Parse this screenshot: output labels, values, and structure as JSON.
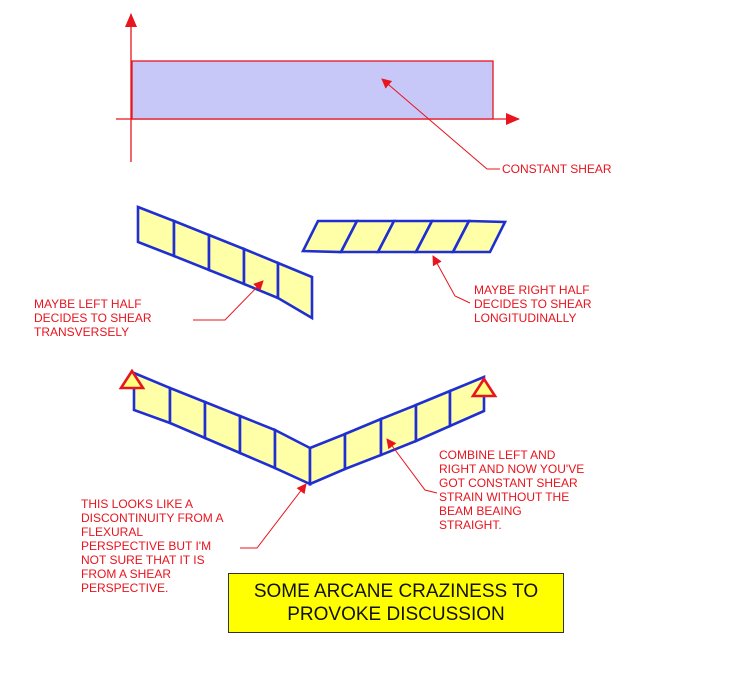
{
  "colors": {
    "annotation": "#e8141e",
    "shear_fill": "#c8c8f8",
    "segment_fill": "#ffffa8",
    "segment_outline": "#1f2fd2",
    "support_fill": "#ffff80",
    "title_fill": "#ffff00"
  },
  "annotations": {
    "constant_shear": "CONSTANT SHEAR",
    "left_half": "MAYBE LEFT HALF\nDECIDES TO SHEAR\nTRANSVERSELY",
    "right_half": "MAYBE RIGHT HALF\nDECIDES TO SHEAR\nLONGITUDINALLY",
    "combine": "COMBINE LEFT AND\nRIGHT AND NOW YOU'VE\nGOT CONSTANT SHEAR\nSTRAIN WITHOUT THE\nBEAM BEAING\nSTRAIGHT.",
    "discontinuity": "THIS LOOKS LIKE A\nDISCONTINUITY FROM A\nFLEXURAL\nPERSPECTIVE BUT I'M\nNOT SURE THAT IT IS\nFROM A SHEAR\nPERSPECTIVE."
  },
  "title": {
    "text": "SOME ARCANE CRAZINESS TO\nPROVOKE DISCUSSION"
  }
}
